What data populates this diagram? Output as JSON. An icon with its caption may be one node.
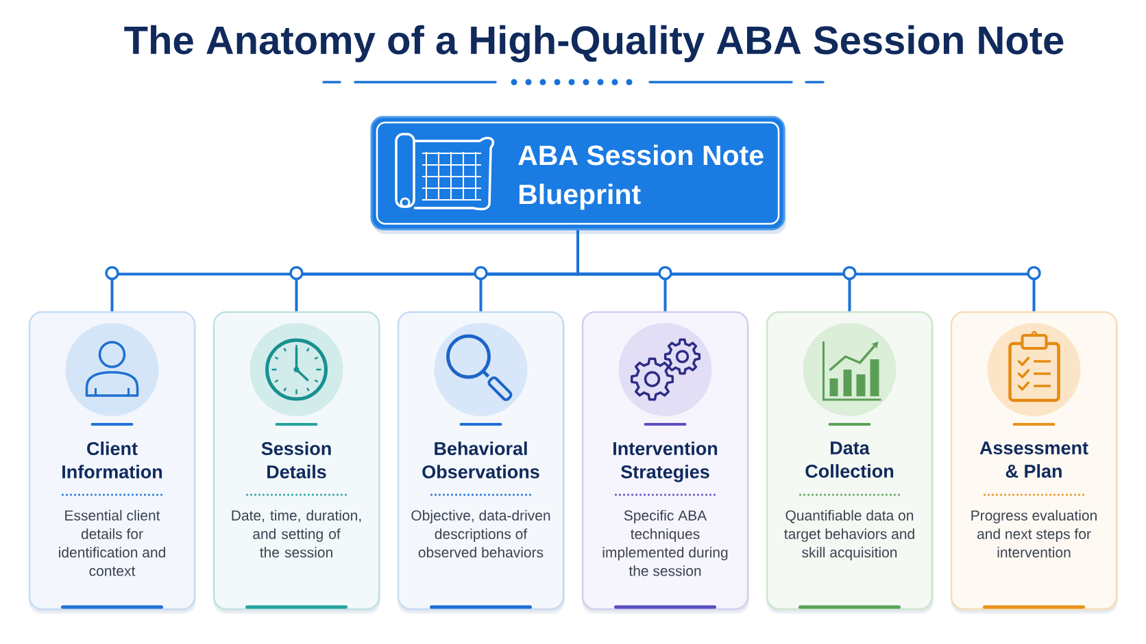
{
  "diagram": {
    "title": "The Anatomy of a High-Quality ABA Session Note",
    "nodes": [
      {
        "text": [
          "ABA Session Note Blueprint"
        ]
      },
      {
        "text": [
          "Client Information",
          "Essential client details for identification and context"
        ]
      },
      {
        "text": [
          "Session Details",
          "Date, time, duration, and setting of the session"
        ]
      },
      {
        "text": [
          "Behavioral Observations",
          "Objective, data-driven descriptions of observed behaviors"
        ]
      },
      {
        "text": [
          "Intervention Strategies",
          "Specific ABA techniques implemented during the session"
        ]
      },
      {
        "text": [
          "Data Collection",
          "Quantifiable data on target behaviors and skill acquisition"
        ]
      },
      {
        "text": [
          "Assessment & Plan",
          "Progress evaluation and next steps for intervention"
        ]
      }
    ],
    "edges": [
      {
        "from": 0,
        "to": 1,
        "arrow": "none"
      },
      {
        "from": 0,
        "to": 2,
        "arrow": "none"
      },
      {
        "from": 0,
        "to": 3,
        "arrow": "none"
      },
      {
        "from": 0,
        "to": 4,
        "arrow": "none"
      },
      {
        "from": 0,
        "to": 5,
        "arrow": "none"
      },
      {
        "from": 0,
        "to": 6,
        "arrow": "none"
      }
    ]
  }
}
